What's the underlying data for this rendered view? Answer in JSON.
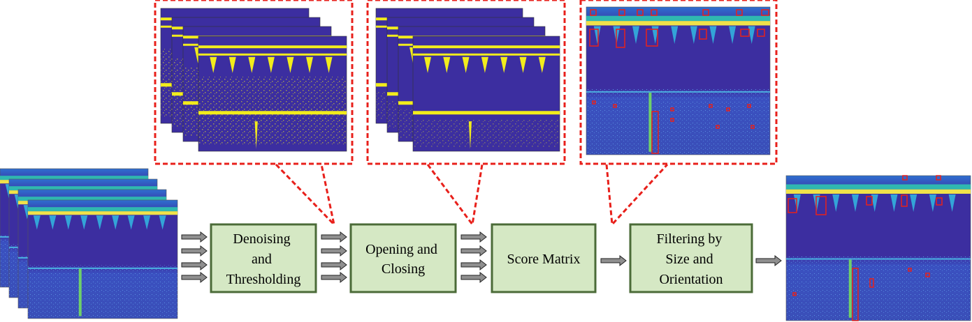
{
  "pipeline": {
    "steps": [
      {
        "lines": [
          "Denoising",
          "and",
          "Thresholding"
        ]
      },
      {
        "lines": [
          "Opening and",
          "Closing"
        ]
      },
      {
        "lines": [
          "Score Matrix"
        ]
      },
      {
        "lines": [
          "Filtering by",
          "Size and",
          "Orientation"
        ]
      }
    ]
  },
  "colors": {
    "step_fill": "#d5e8c4",
    "step_border": "#4b6b38",
    "callout_border": "#e8201b",
    "spectrogram_bg": "#3c2ea0",
    "binary_fg": "#f2ec1c",
    "detection_box": "#e8201b",
    "arrow_fill": "#8f8f8f"
  }
}
